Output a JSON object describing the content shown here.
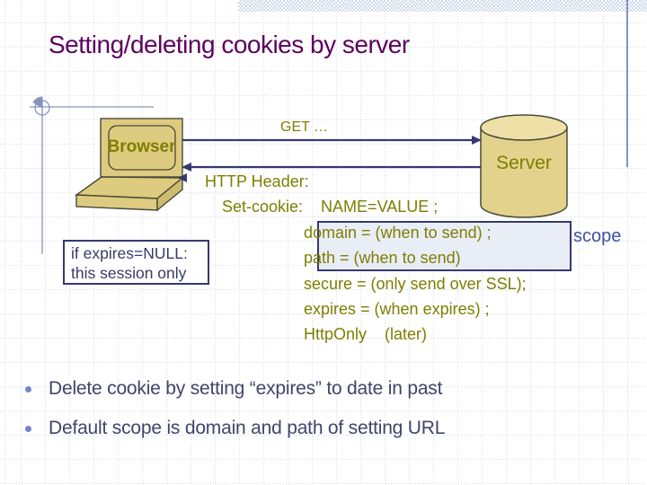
{
  "title": "Setting/deleting cookies by server",
  "diagram": {
    "browser_label": "Browser",
    "server_label": "Server",
    "get_label": "GET …",
    "http_header": {
      "title": "HTTP Header:",
      "set_cookie": "Set-cookie:    NAME=VALUE ;",
      "attributes": [
        "domain = (when to send) ;",
        "path = (when to send)",
        "secure = (only send over SSL);",
        "expires = (when expires) ;",
        "HttpOnly    (later)"
      ]
    },
    "scope_label": "scope",
    "note_box": {
      "line1": "if expires=NULL:",
      "line2": "this session only"
    }
  },
  "bullets": [
    "Delete cookie by setting “expires” to date in past",
    "Default scope is domain and path of setting URL"
  ],
  "colors": {
    "purple": "#5d0060",
    "olive": "#7e7e00",
    "navy": "#343a6e",
    "text-dark": "#40456a",
    "tan": "#ddcb80",
    "tan-mid": "#e2d28c",
    "tan-light": "#eee0a6",
    "outline": "#4a4a38",
    "blue-label": "#3f51a5",
    "band": "#ccd9ea",
    "decor": "#8693bd",
    "bullet-dot": "#7283cc",
    "box-fill": "#e6eaf5",
    "grid": "#b6c2d8"
  }
}
